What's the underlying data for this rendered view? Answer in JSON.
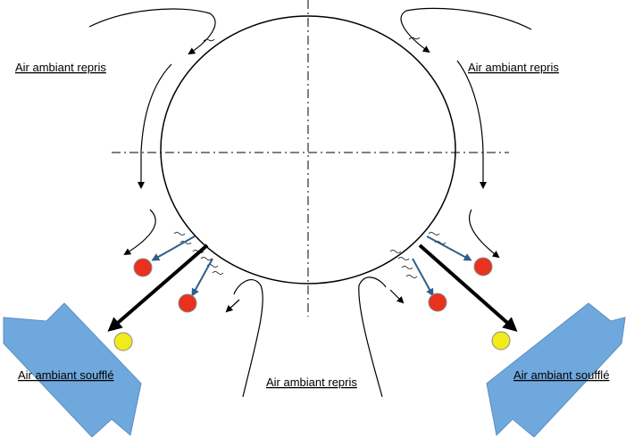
{
  "labels": {
    "top_left": "Air ambiant repris",
    "top_right": "Air ambiant repris",
    "bottom_center": "Air ambiant repris",
    "left_blown": "Air ambiant soufflé",
    "right_blown": "Air ambiant soufflé"
  },
  "colors": {
    "outline": "#000000",
    "blue_arrow": "#6fa8dc",
    "blue_arrow_stroke": "#5b8fc0",
    "jet_arrow": "#2e5f8a",
    "red_dot": "#e8321e",
    "yellow_dot": "#f2ea1a"
  }
}
